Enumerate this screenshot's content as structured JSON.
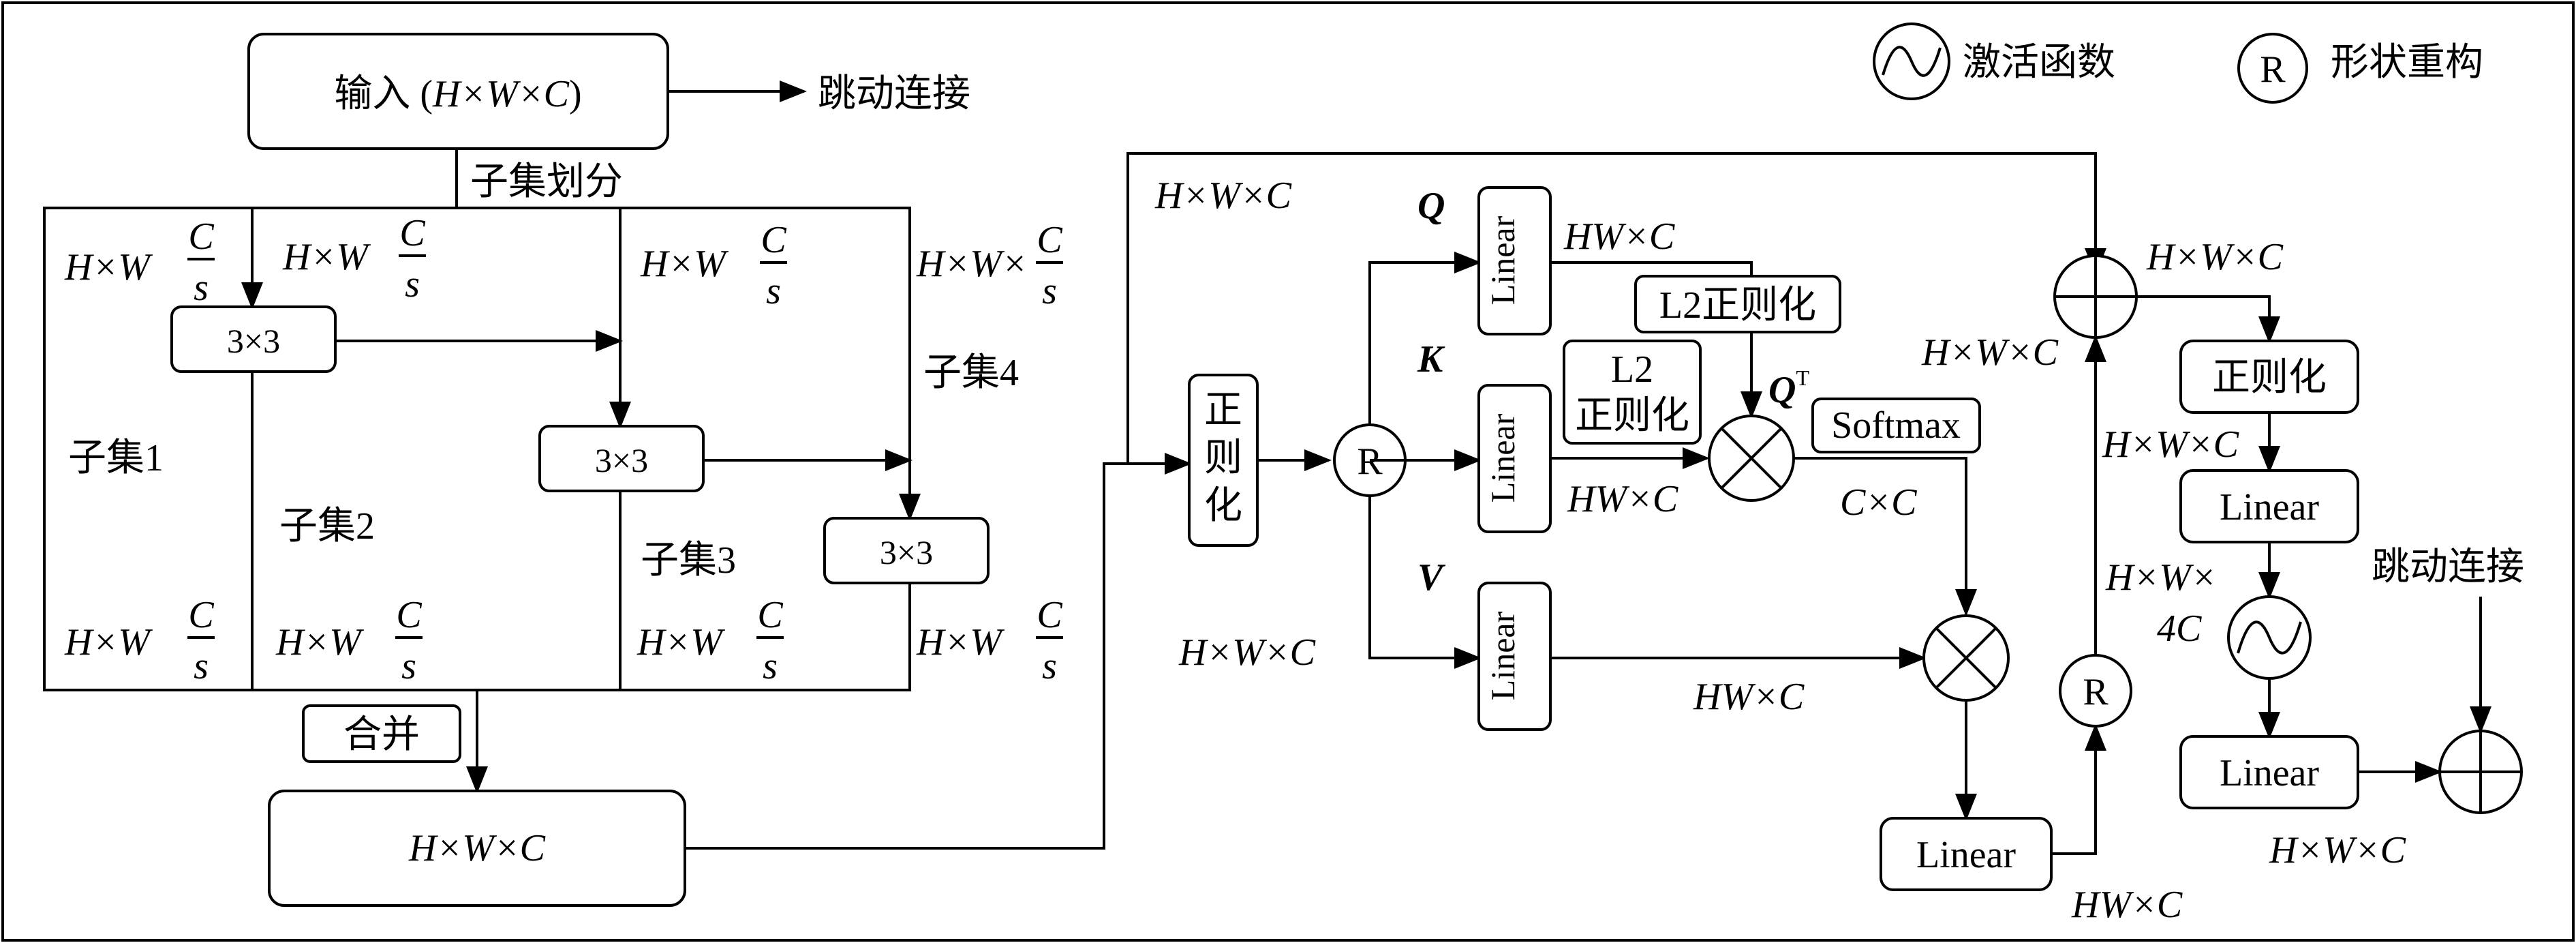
{
  "legend": {
    "activation": "激活函数",
    "reshape_symbol": "R",
    "reshape": "形状重构"
  },
  "left": {
    "input_label": "输入 (",
    "input_dims": "H×W×C",
    "input_close": ")",
    "skip_label": "跳动连接",
    "subset_split": "子集划分",
    "dim_hw": "H×W",
    "dim_hwx": "H×W×",
    "frac_num": "C",
    "frac_den": "s",
    "conv": "3×3",
    "subset1": "子集1",
    "subset2": "子集2",
    "subset3": "子集3",
    "subset4": "子集4",
    "merge": "合并",
    "output_dims": "H×W×C"
  },
  "attention": {
    "in_dims": "H×W×C",
    "norm": "正则化",
    "reshape": "R",
    "q": "Q",
    "k": "K",
    "v": "V",
    "linear": "Linear",
    "hwc": "HW×C",
    "l2norm": "L2正则化",
    "l2norm_top": "L2",
    "l2norm_bottom": "正则化",
    "qt": "Q",
    "qt_sup": "T",
    "softmax": "Softmax",
    "cxc": "C×C",
    "v_in_dims": "H×W×C",
    "out_linear": "Linear",
    "out_dims": "HW×C"
  },
  "right": {
    "sum_dims": "H×W×C",
    "res_in_dims": "H×W×C",
    "norm": "正则化",
    "norm_dims": "H×W×C",
    "linear1": "Linear",
    "hw_dims_a": "H×W×",
    "hw_dims_b": "4C",
    "linear2": "Linear",
    "skip_label": "跳动连接",
    "final_dims": "H×W×C"
  }
}
